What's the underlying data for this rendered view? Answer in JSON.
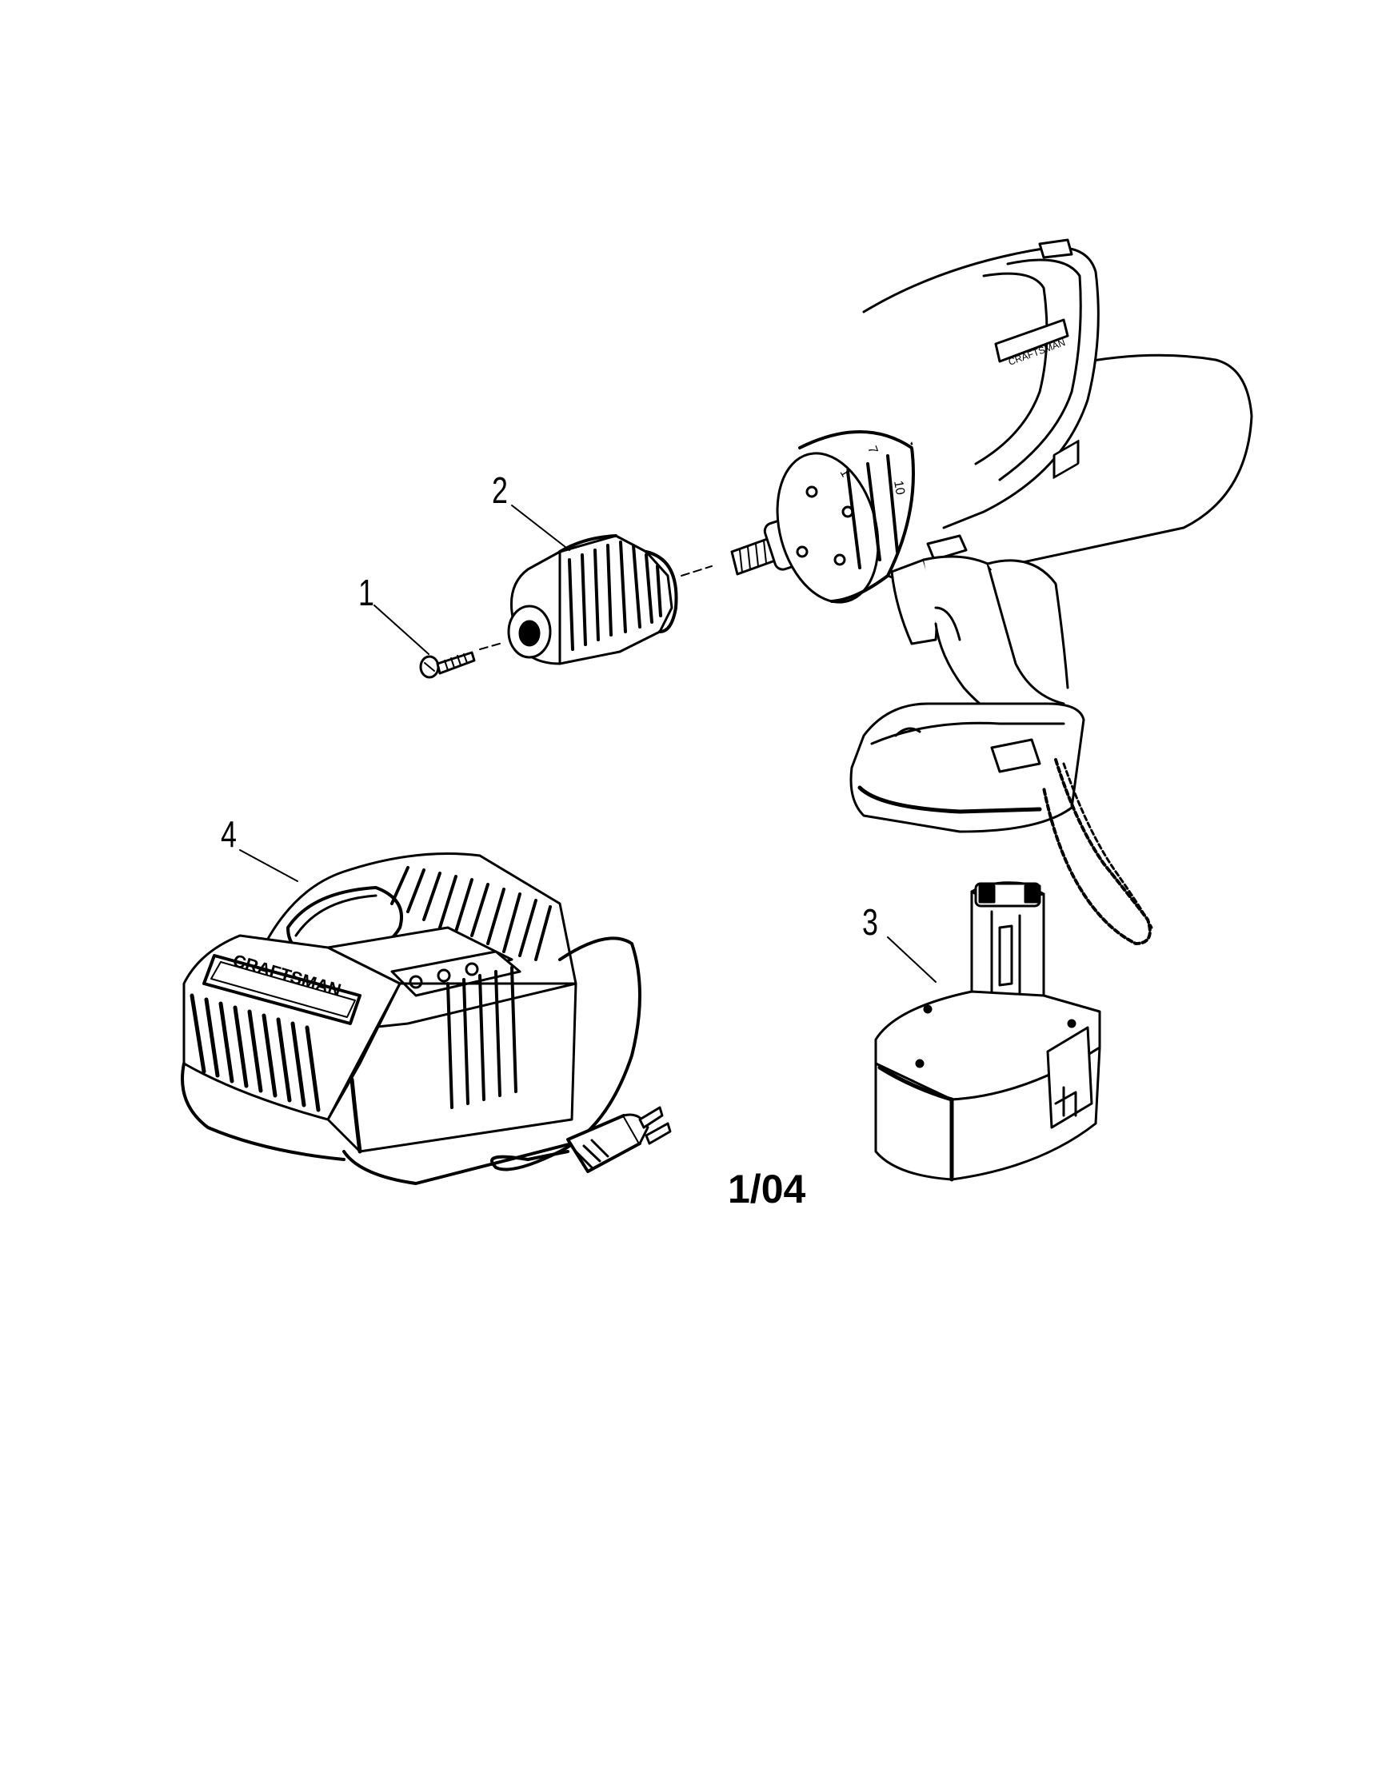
{
  "callouts": [
    {
      "id": "1",
      "part": "screw"
    },
    {
      "id": "2",
      "part": "chuck"
    },
    {
      "id": "3",
      "part": "battery"
    },
    {
      "id": "4",
      "part": "charger"
    }
  ],
  "revision": "1/04",
  "brand_text": "CRAFTSMAN",
  "drill_dial_numbers": [
    "1",
    "7",
    "10"
  ],
  "colors": {
    "line": "#000000",
    "background": "#ffffff"
  }
}
